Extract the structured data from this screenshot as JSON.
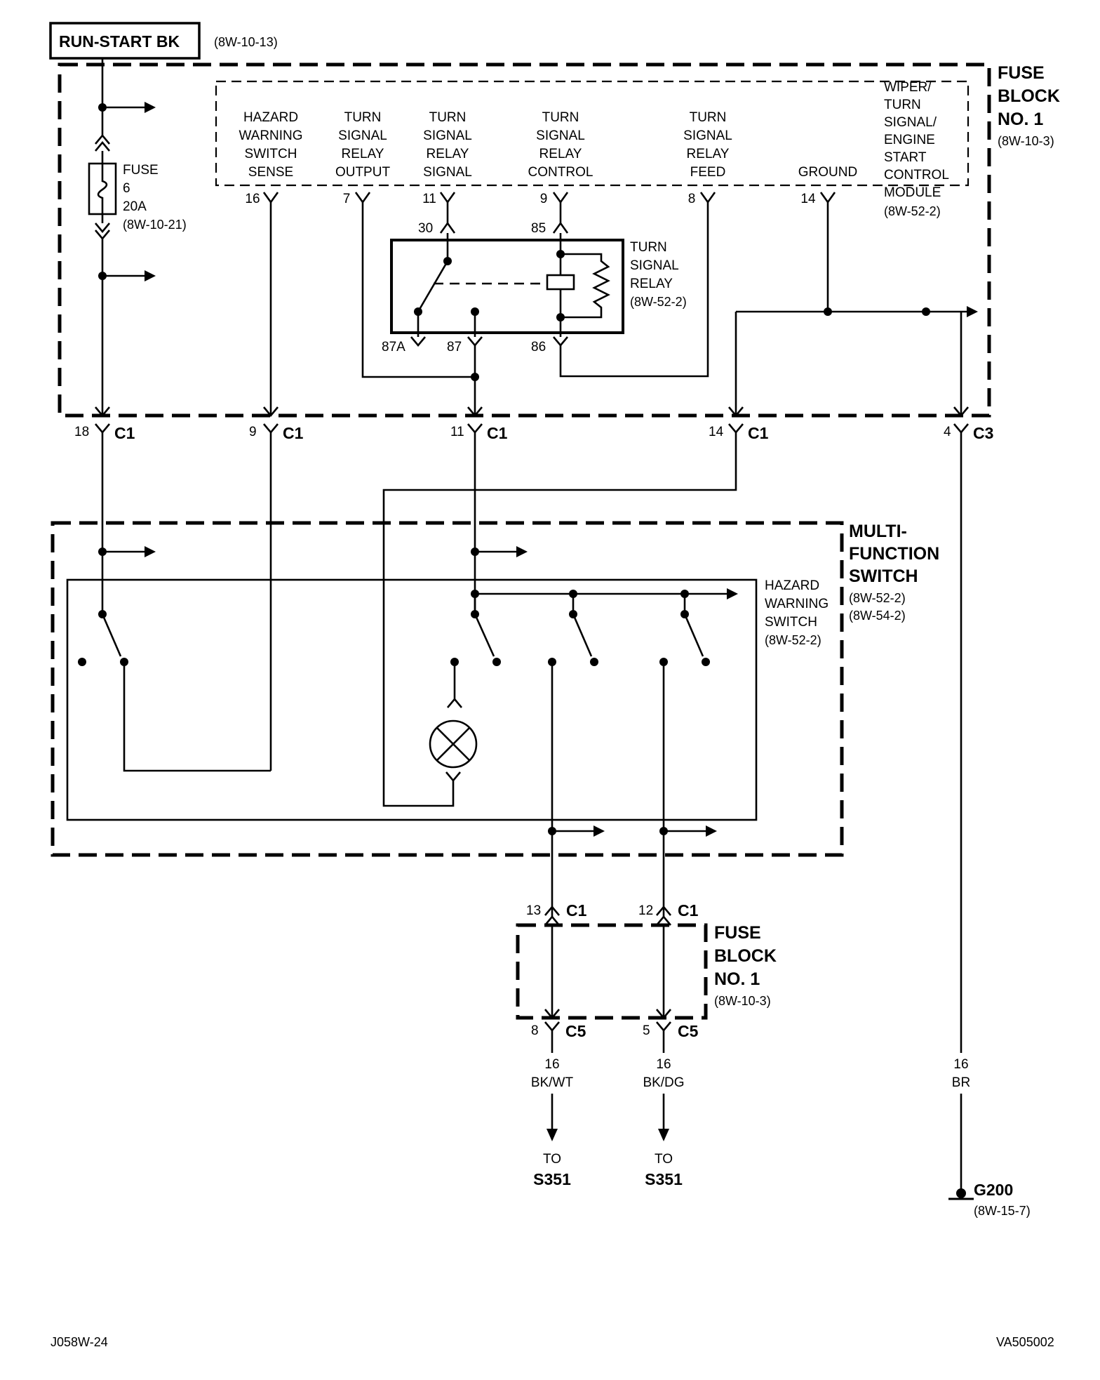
{
  "header": {
    "source": "RUN-START BK",
    "source_ref": "(8W-10-13)"
  },
  "fuse_block_top": {
    "lines": [
      "FUSE",
      "BLOCK",
      "NO. 1"
    ],
    "ref": "(8W-10-3)"
  },
  "fuse": {
    "lines": [
      "FUSE",
      "6",
      "20A"
    ],
    "ref": "(8W-10-21)"
  },
  "module": {
    "lines": [
      "WIPER/",
      "TURN",
      "SIGNAL/",
      "ENGINE",
      "START",
      "CONTROL",
      "MODULE"
    ],
    "ref": "(8W-52-2)",
    "pins": [
      {
        "lines": [
          "HAZARD",
          "WARNING",
          "SWITCH",
          "SENSE"
        ],
        "pin": "16"
      },
      {
        "lines": [
          "TURN",
          "SIGNAL",
          "RELAY",
          "OUTPUT"
        ],
        "pin": "7"
      },
      {
        "lines": [
          "TURN",
          "SIGNAL",
          "RELAY",
          "SIGNAL"
        ],
        "pin": "11"
      },
      {
        "lines": [
          "TURN",
          "SIGNAL",
          "RELAY",
          "CONTROL"
        ],
        "pin": "9"
      },
      {
        "lines": [
          "TURN",
          "SIGNAL",
          "RELAY",
          "FEED"
        ],
        "pin": "8"
      },
      {
        "lines": [
          "GROUND"
        ],
        "pin": "14"
      }
    ]
  },
  "relay": {
    "lines": [
      "TURN",
      "SIGNAL",
      "RELAY"
    ],
    "ref": "(8W-52-2)",
    "pins": {
      "p30": "30",
      "p85": "85",
      "p87a": "87A",
      "p87": "87",
      "p86": "86"
    }
  },
  "connectors_top": [
    {
      "pin": "18",
      "name": "C1"
    },
    {
      "pin": "9",
      "name": "C1"
    },
    {
      "pin": "11",
      "name": "C1"
    },
    {
      "pin": "14",
      "name": "C1"
    },
    {
      "pin": "4",
      "name": "C3"
    }
  ],
  "multifunction": {
    "lines": [
      "MULTI-",
      "FUNCTION",
      "SWITCH"
    ],
    "refs": [
      "(8W-52-2)",
      "(8W-54-2)"
    ]
  },
  "hazard_switch": {
    "lines": [
      "HAZARD",
      "WARNING",
      "SWITCH"
    ],
    "ref": "(8W-52-2)"
  },
  "connectors_mid": [
    {
      "pin": "13",
      "name": "C1"
    },
    {
      "pin": "12",
      "name": "C1"
    }
  ],
  "fuse_block_bottom": {
    "lines": [
      "FUSE",
      "BLOCK",
      "NO. 1"
    ],
    "ref": "(8W-10-3)"
  },
  "connectors_bottom": [
    {
      "pin": "8",
      "name": "C5"
    },
    {
      "pin": "5",
      "name": "C5"
    }
  ],
  "wires": [
    {
      "gauge": "16",
      "color": "BK/WT"
    },
    {
      "gauge": "16",
      "color": "BK/DG"
    },
    {
      "gauge": "16",
      "color": "BR"
    }
  ],
  "destinations": [
    {
      "to": "TO",
      "name": "S351"
    },
    {
      "to": "TO",
      "name": "S351"
    }
  ],
  "ground": {
    "name": "G200",
    "ref": "(8W-15-7)"
  },
  "footer": {
    "left": "J058W-24",
    "right": "VA505002"
  }
}
